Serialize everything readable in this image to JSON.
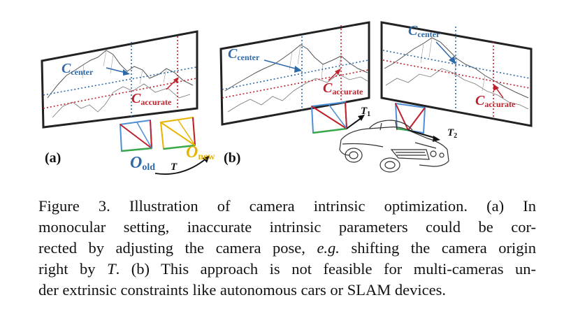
{
  "figure": {
    "panel_a_label": "(a)",
    "panel_b_label": "(b)",
    "c_center": {
      "base": "C",
      "sub": "center"
    },
    "c_accurate": {
      "base": "C",
      "sub": "accurate"
    },
    "o_old": {
      "base": "O",
      "sub": "old"
    },
    "o_new": {
      "base": "O",
      "sub": "new"
    },
    "t_label": "T",
    "t1": {
      "base": "T",
      "sub": "1"
    },
    "t2": {
      "base": "T",
      "sub": "2"
    },
    "colors": {
      "center_blue": "#2f6aa8",
      "accurate_red": "#c0202a",
      "new_yellow": "#e8b400",
      "cam_blue": "#4d8fd6",
      "cam_green": "#3aa84a"
    }
  },
  "caption": {
    "line1": "Figure 3.  Illustration of camera intrinsic optimization. (a) In",
    "line2": "monocular setting, inaccurate intrinsic parameters could be cor-",
    "line3_pre": "rected by adjusting the camera pose, ",
    "line3_it": "e.g.",
    "line3_post": " shifting the camera origin",
    "line4_pre": "right by ",
    "line4_it": "T",
    "line4_post": ". (b) This approach is not feasible for multi-cameras un-",
    "line5": "der extrinsic constraints like autonomous cars or SLAM devices."
  }
}
